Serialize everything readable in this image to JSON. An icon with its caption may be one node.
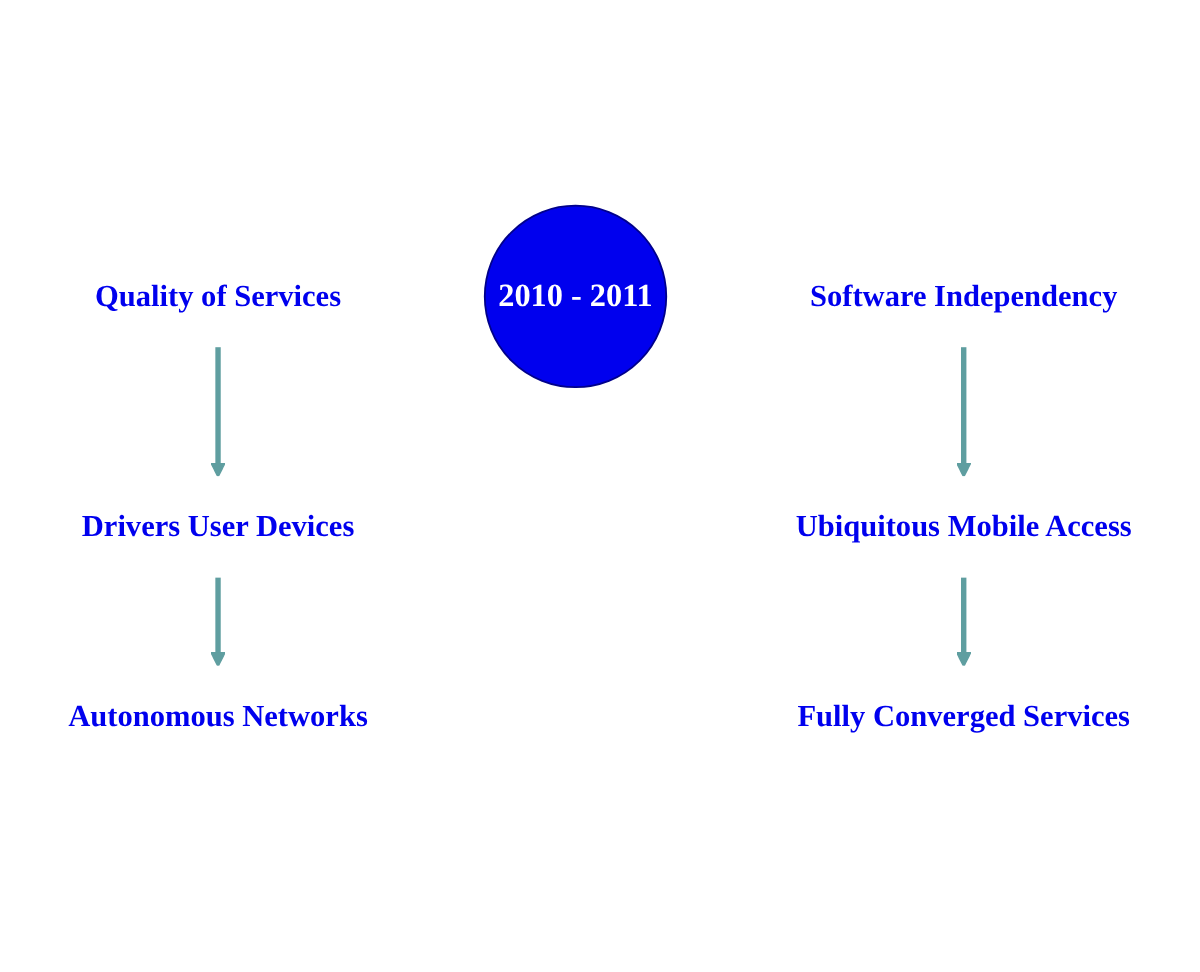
{
  "diagram": {
    "nodes": [
      {
        "text": [
          "Drivers User Devices"
        ]
      },
      {
        "text": [
          "Autonomous Networks"
        ]
      },
      {
        "text": [
          "Quality of Services"
        ]
      },
      {
        "text": [
          "2010 - 2011"
        ]
      },
      {
        "text": [
          "Software Independency"
        ]
      },
      {
        "text": [
          "Fully Converged Services"
        ]
      },
      {
        "text": [
          "Ubiquitous Mobile Access"
        ]
      }
    ],
    "edges": [
      {
        "from": 0,
        "to": 1,
        "arrow": "to"
      },
      {
        "from": 4,
        "to": 6,
        "arrow": "to"
      },
      {
        "from": 6,
        "to": 5,
        "arrow": "to"
      },
      {
        "from": 2,
        "to": 0,
        "arrow": "to"
      }
    ]
  }
}
